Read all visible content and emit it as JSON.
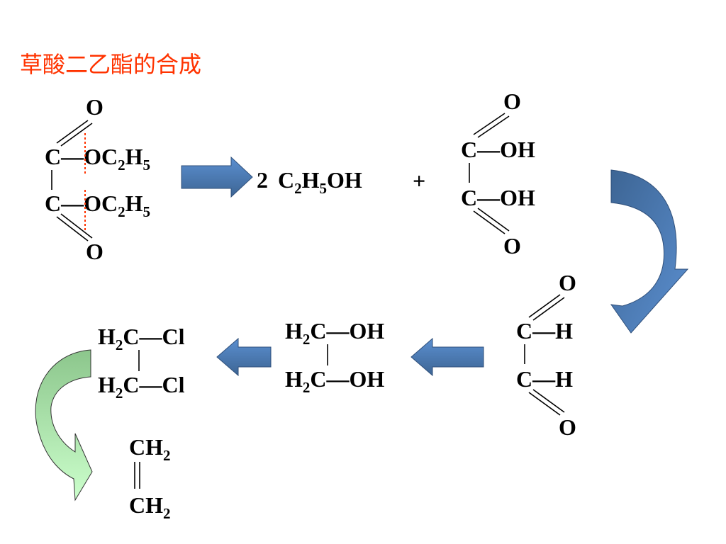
{
  "title": "草酸二乙酯的合成",
  "molecules": {
    "diethyl_oxalate": {
      "o_top": "O",
      "row1": [
        "C",
        "—OC",
        "2",
        "H",
        "5"
      ],
      "row2": [
        "C",
        "—OC",
        "2",
        "H",
        "5"
      ],
      "o_bottom": "O"
    },
    "ethanol": {
      "coef": "2",
      "formula": [
        "C",
        "2",
        "H",
        "5",
        "OH"
      ]
    },
    "plus": "+",
    "oxalic_acid": {
      "o_top": "O",
      "row1": "C—OH",
      "row2": "C—OH",
      "o_bottom": "O"
    },
    "glyoxal": {
      "o_top": "O",
      "row1": "C—H",
      "row2": "C—H",
      "o_bottom": "O"
    },
    "ethylene_glycol": {
      "row1": [
        "H",
        "2",
        "C—OH"
      ],
      "row2": [
        "H",
        "2",
        "C—OH"
      ]
    },
    "dichloroethane": {
      "row1": [
        "H",
        "2",
        "C—Cl"
      ],
      "row2": [
        "H",
        "2",
        "C—Cl"
      ]
    },
    "ethylene": {
      "top": [
        "CH",
        "2"
      ],
      "bottom": [
        "CH",
        "2"
      ]
    }
  },
  "colors": {
    "title": "#ff3300",
    "arrow_blue": "#4f81bd",
    "arrow_blue_dark": "#3d6594",
    "arrow_green_light": "#ccffcc",
    "arrow_green_dark": "#8cc68c",
    "cleave_line": "#ff3300"
  }
}
